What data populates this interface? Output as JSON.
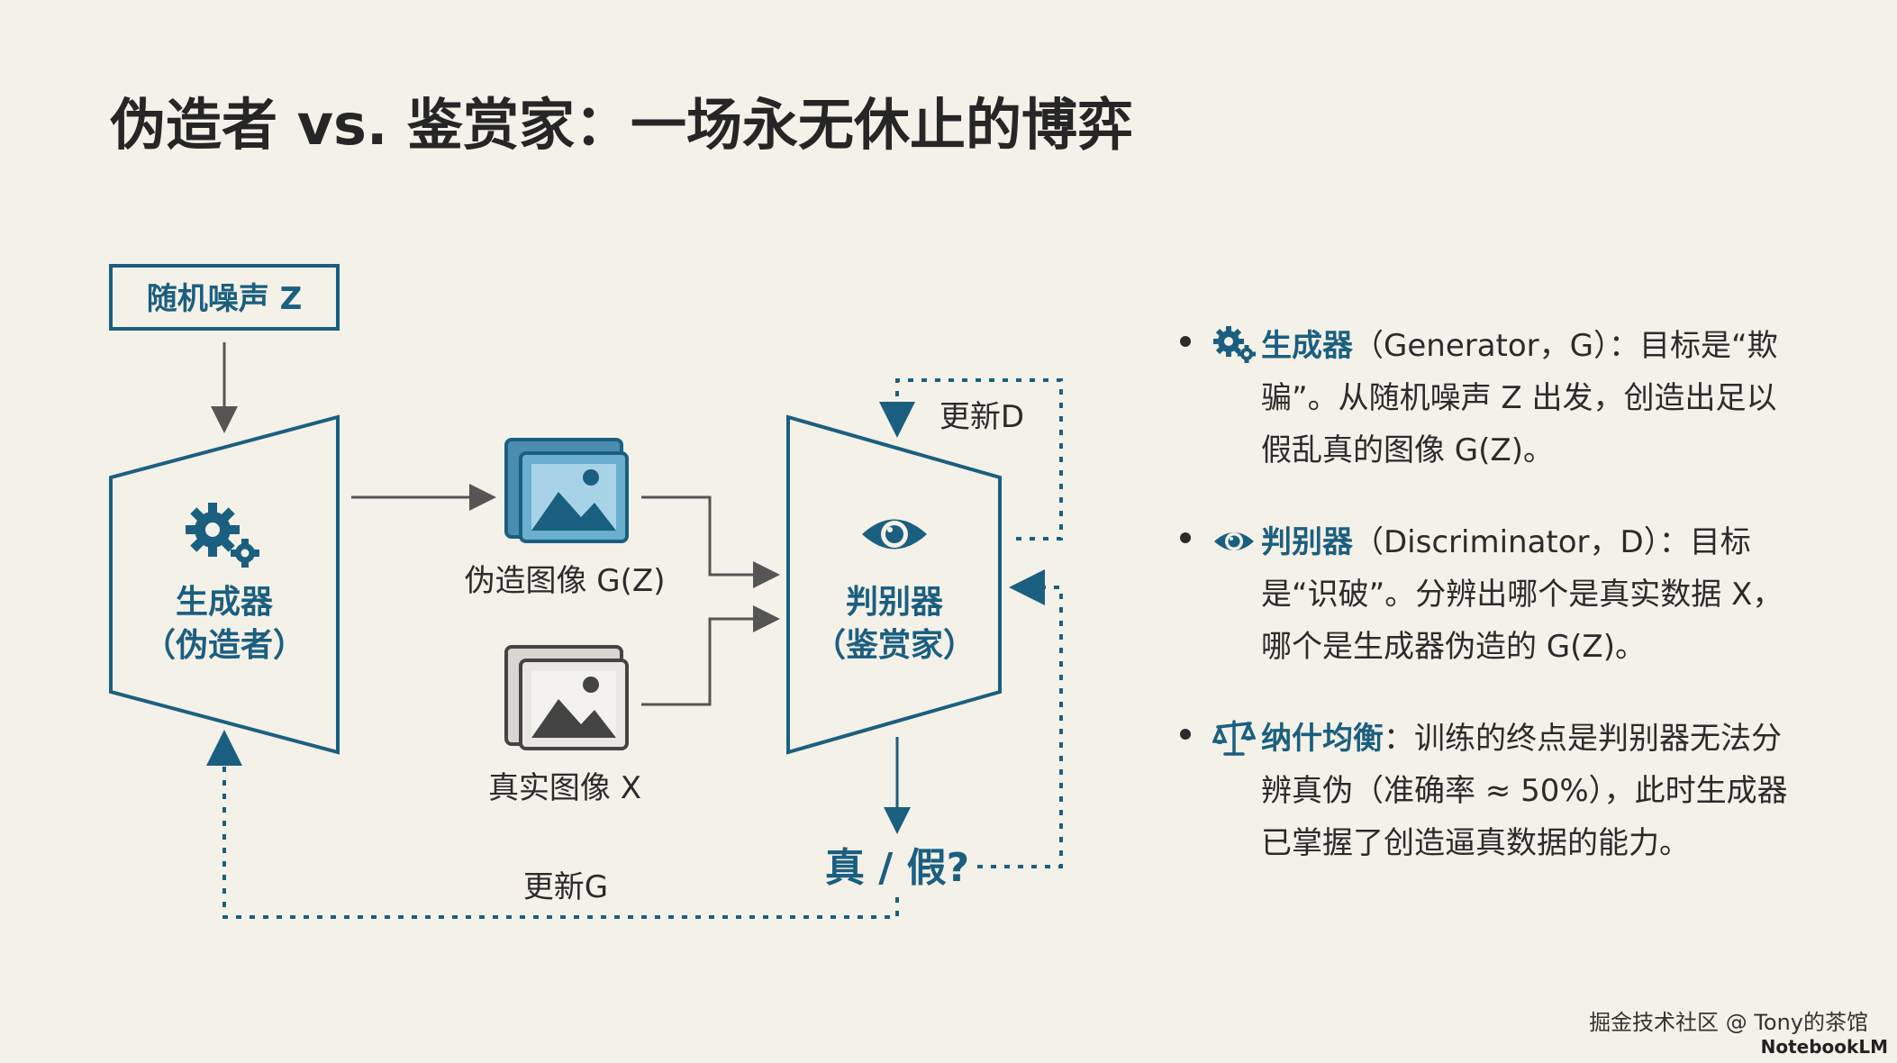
{
  "title": "伪造者 vs. 鉴赏家：一场永无休止的博弈",
  "diagram": {
    "noise": "随机噪声 Z",
    "generator": {
      "line1": "生成器",
      "line2": "（伪造者）"
    },
    "fake_image": "伪造图像 G(Z)",
    "real_image": "真实图像 X",
    "discriminator": {
      "line1": "判别器",
      "line2": "（鉴赏家）"
    },
    "output": "真 / 假?",
    "update_d": "更新D",
    "update_g": "更新G"
  },
  "bullets": [
    {
      "icon": "gears-icon",
      "term": "生成器",
      "text": "（Generator，G）：目标是“欺骗”。从随机噪声 Z 出发，创造出足以假乱真的图像 G(Z)。"
    },
    {
      "icon": "eye-icon",
      "term": "判别器",
      "text": "（Discriminator，D）：目标是“识破”。分辨出哪个是真实数据 X，哪个是生成器伪造的 G(Z)。"
    },
    {
      "icon": "balance-scale-icon",
      "term": "纳什均衡",
      "text": "：训练的终点是判别器无法分辨真伪（准确率 ≈ 50%），此时生成器已掌握了创造逼真数据的能力。"
    }
  ],
  "watermark": "掘金技术社区 @ Tony的茶馆",
  "brand": "NotebookLM",
  "colors": {
    "accent": "#1b5f80",
    "text": "#2b2b2b",
    "background": "#f4f1e8"
  }
}
